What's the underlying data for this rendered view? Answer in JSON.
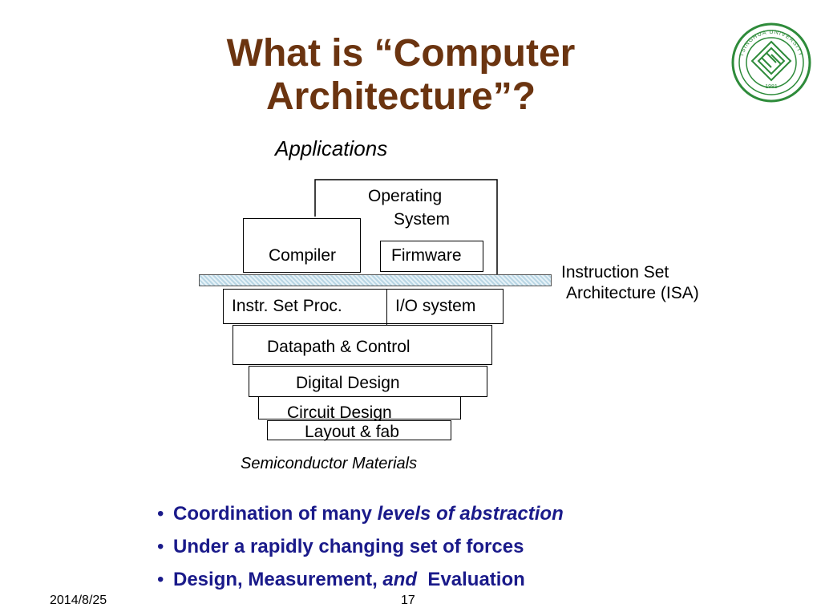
{
  "slide": {
    "title_line1": "What is “Computer",
    "title_line2": "Architecture”?",
    "date": "2014/8/25",
    "page_number": "17",
    "logo_text": "TSINGHUA UNIVERSITY",
    "logo_year": "1981"
  },
  "diagram": {
    "applications": "Applications",
    "os_line1": "Operating",
    "os_line2": "System",
    "compiler": "Compiler",
    "firmware": "Firmware",
    "isa_line1": "Instruction Set",
    "isa_line2": "Architecture (ISA)",
    "instr_set_proc": "Instr. Set Proc.",
    "io_system": "I/O system",
    "datapath": "Datapath & Control",
    "digital_design": "Digital Design",
    "circuit_design": "Circuit Design",
    "layout_fab": "Layout & fab",
    "semiconductor": "Semiconductor Materials"
  },
  "bullets": [
    {
      "text_before": "Coordination of many ",
      "text_italic": "levels of abstraction",
      "text_after": ""
    },
    {
      "text_before": "Under a rapidly changing set of forces",
      "text_italic": "",
      "text_after": ""
    },
    {
      "text_before": "Design, Measurement, ",
      "text_italic": "and",
      "text_after": "  Evaluation"
    }
  ],
  "colors": {
    "title": "#6b3410",
    "bullets": "#1a1a8a",
    "logo_green": "#2e8b3a",
    "isa_bar": "#b9d6e4"
  }
}
